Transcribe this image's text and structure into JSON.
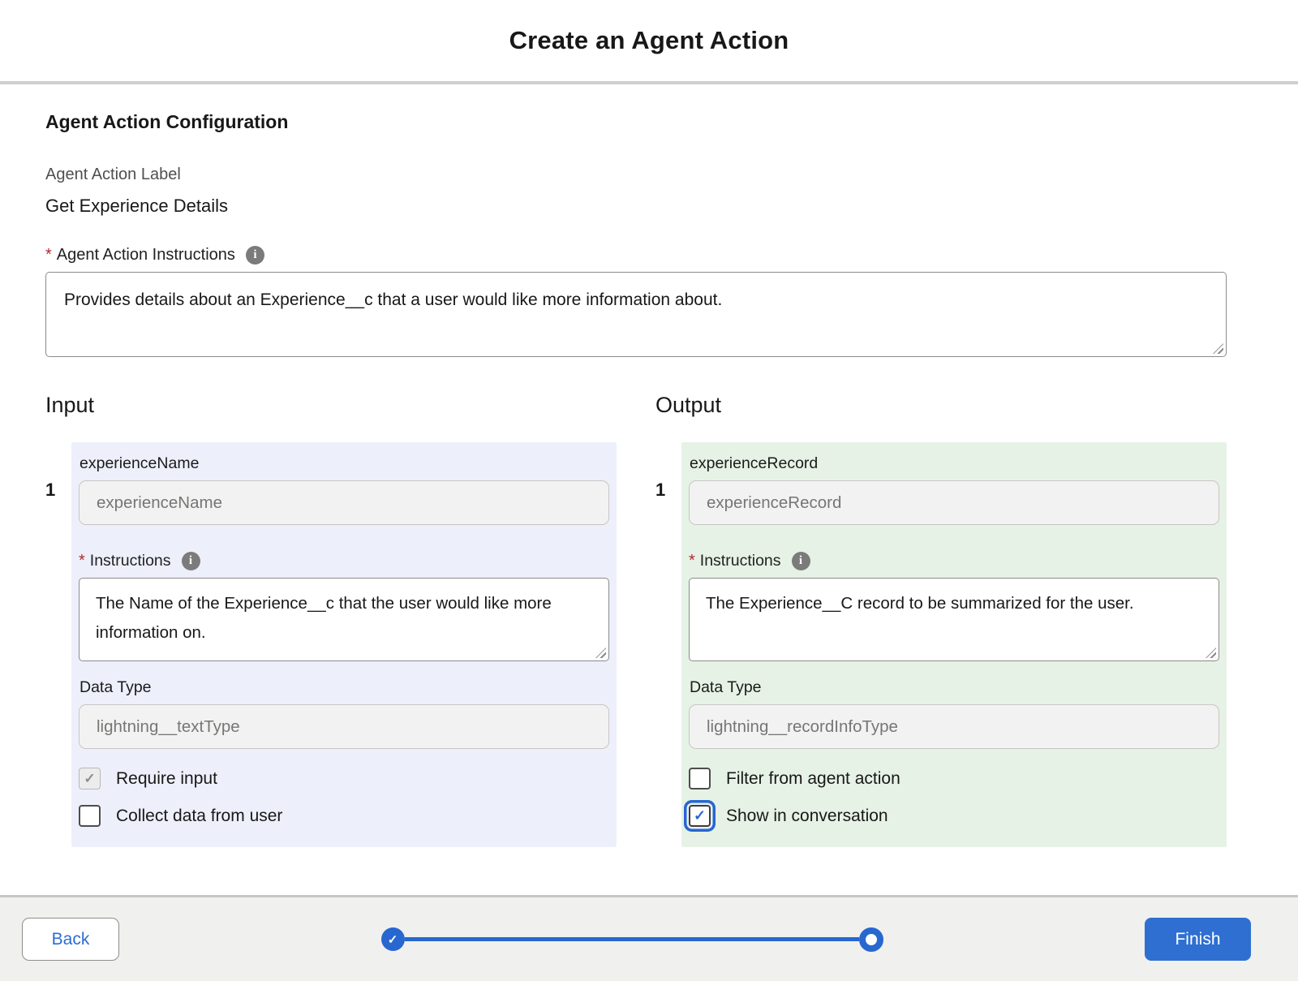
{
  "modal": {
    "title": "Create an Agent Action"
  },
  "config": {
    "heading": "Agent Action Configuration",
    "label_field_label": "Agent Action Label",
    "label_field_value": "Get Experience Details",
    "required_mark": "*",
    "instructions_label": "Agent Action Instructions",
    "instructions_value": "Provides details about an Experience__c that a user would like more information about."
  },
  "input_section": {
    "heading": "Input",
    "item_number": "1",
    "param_label": "experienceName",
    "param_value": "experienceName",
    "required_mark": "*",
    "instructions_label": "Instructions",
    "instructions_value": "The Name of the Experience__c that the user would like more information on.",
    "data_type_label": "Data Type",
    "data_type_value": "lightning__textType",
    "checkbox_require_input_label": "Require input",
    "checkbox_collect_data_label": "Collect data from user",
    "checkbox_require_input_state": "checked-disabled",
    "checkbox_collect_data_state": "unchecked"
  },
  "output_section": {
    "heading": "Output",
    "item_number": "1",
    "param_label": "experienceRecord",
    "param_value": "experienceRecord",
    "required_mark": "*",
    "instructions_label": "Instructions",
    "instructions_value": "The Experience__C record to be summarized for the user.",
    "data_type_label": "Data Type",
    "data_type_value": "lightning__recordInfoType",
    "checkbox_filter_label": "Filter from agent action",
    "checkbox_show_label": "Show in conversation",
    "checkbox_filter_state": "unchecked",
    "checkbox_show_state": "checked-focused"
  },
  "footer": {
    "back_label": "Back",
    "finish_label": "Finish",
    "progress_total_steps": 2,
    "progress_current_step": 2,
    "progress_step1_state": "completed",
    "progress_step2_state": "current"
  },
  "colors": {
    "accent_blue": "#2767cf",
    "finish_button_bg": "#2e6fd1",
    "input_panel_bg": "#edf0fb",
    "output_panel_bg": "#e6f2e5",
    "required_red": "#b3282d",
    "footer_bg": "#f0f0ee",
    "disabled_field_bg": "#f3f2f2"
  }
}
